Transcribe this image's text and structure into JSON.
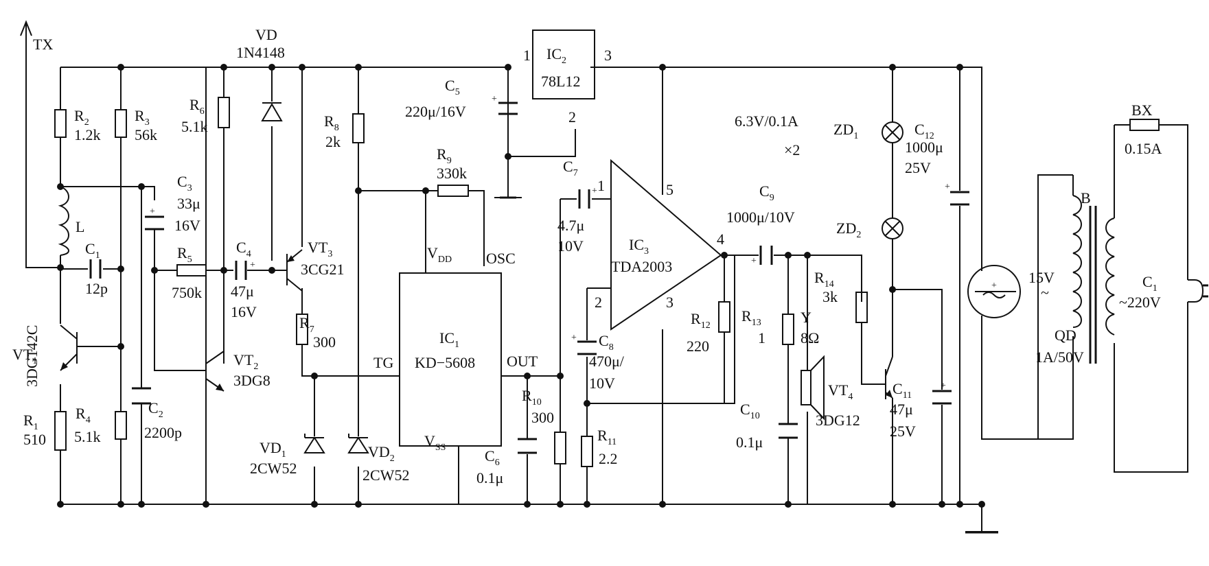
{
  "labels": {
    "TX": "TX",
    "VD": "VD",
    "VD_part": "1N4148",
    "IC2": "IC",
    "IC2_sub": "2",
    "IC2_part": "78L12",
    "IC2_p1": "1",
    "IC2_p2": "2",
    "IC2_p3": "3",
    "C5": "C",
    "C5_sub": "5",
    "C5_val": "220μ/16V",
    "R2": "R",
    "R2_sub": "2",
    "R2_val": "1.2k",
    "R3": "R",
    "R3_sub": "3",
    "R3_val": "56k",
    "R6": "R",
    "R6_sub": "6",
    "R6_val": "5.1k",
    "R8": "R",
    "R8_sub": "8",
    "R8_val": "2k",
    "C3": "C",
    "C3_sub": "3",
    "C3_val1": "33μ",
    "C3_val2": "16V",
    "L": "L",
    "C1": "C",
    "C1_sub": "1",
    "C1_val": "12p",
    "R5": "R",
    "R5_sub": "5",
    "R5_val": "750k",
    "C4": "C",
    "C4_sub": "4",
    "C4_val1": "47μ",
    "C4_val2": "16V",
    "VT3": "VT",
    "VT3_sub": "3",
    "VT3_part": "3CG21",
    "R9": "R",
    "R9_sub": "9",
    "R9_val": "330k",
    "VDD": "V",
    "VDD_sub": "DD",
    "OSC": "OSC",
    "C7": "C",
    "C7_sub": "7",
    "C7_val1": "4.7μ",
    "C7_val2": "10V",
    "IC3": "IC",
    "IC3_sub": "3",
    "IC3_part": "TDA2003",
    "IC3_p1": "1",
    "IC3_p2": "2",
    "IC3_p3": "3",
    "IC3_p4": "4",
    "IC3_p5": "5",
    "lamp_spec": "6.3V/0.1A",
    "lamp_qty": "×2",
    "ZD1": "ZD",
    "ZD1_sub": "1",
    "ZD2": "ZD",
    "ZD2_sub": "2",
    "C12": "C",
    "C12_sub": "12",
    "C12_val1": "1000μ",
    "C12_val2": "25V",
    "BX": "BX",
    "BX_val": "0.15A",
    "C9": "C",
    "C9_sub": "9",
    "C9_val": "1000μ/10V",
    "B": "B",
    "VT1": "VT",
    "VT1_sub": "1",
    "VT1_part": "3DG142C",
    "VT2": "VT",
    "VT2_sub": "2",
    "VT2_part": "3DG8",
    "R7": "R",
    "R7_sub": "7",
    "R7_val": "300",
    "TG": "TG",
    "IC1": "IC",
    "IC1_sub": "1",
    "IC1_part": "KD−5608",
    "OUT": "OUT",
    "C8": "C",
    "C8_sub": "8",
    "C8_val1": "470μ/",
    "C8_val2": "10V",
    "R12": "R",
    "R12_sub": "12",
    "R12_val": "220",
    "R13": "R",
    "R13_sub": "13",
    "R13_val": "1",
    "R14": "R",
    "R14_sub": "14",
    "R14_val": "3k",
    "Y": "Y",
    "Y_val": "8Ω",
    "sec_volt": "15V",
    "sec_ac": "~",
    "QD": "QD",
    "QD_val": "1A/50V",
    "C1_plug": "C",
    "C1_plug_sub": "1",
    "mains": "~220V",
    "R10": "R",
    "R10_sub": "10",
    "R10_val": "300",
    "R1": "R",
    "R1_sub": "1",
    "R1_val": "510",
    "R4": "R",
    "R4_sub": "4",
    "R4_val": "5.1k",
    "C2": "C",
    "C2_sub": "2",
    "C2_val": "2200p",
    "VD1": "VD",
    "VD1_sub": "1",
    "VD1_part": "2CW52",
    "VD2": "VD",
    "VD2_sub": "2",
    "VD2_part": "2CW52",
    "VSS": "V",
    "VSS_sub": "SS",
    "C6": "C",
    "C6_sub": "6",
    "C6_val": "0.1μ",
    "R11": "R",
    "R11_sub": "11",
    "R11_val": "2.2",
    "C10": "C",
    "C10_sub": "10",
    "C10_val": "0.1μ",
    "VT4": "VT",
    "VT4_sub": "4",
    "VT4_part": "3DG12",
    "C11": "C",
    "C11_sub": "11",
    "C11_val1": "47μ",
    "C11_val2": "25V",
    "plus": "+"
  }
}
